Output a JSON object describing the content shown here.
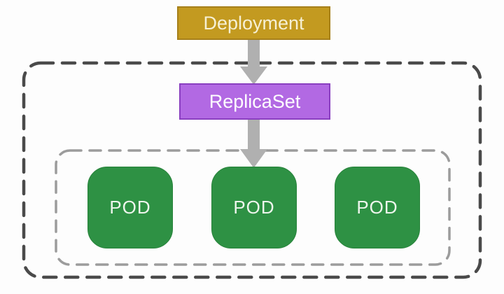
{
  "diagram": {
    "deployment": {
      "label": "Deployment"
    },
    "replicaset": {
      "label": "ReplicaSet"
    },
    "pods": [
      {
        "label": "POD"
      },
      {
        "label": "POD"
      },
      {
        "label": "POD"
      }
    ],
    "colors": {
      "deployment_fill": "#C39A20",
      "deployment_border": "#A6801A",
      "deployment_text": "#F6F0D4",
      "replicaset_fill": "#B269E3",
      "replicaset_border": "#8A3FC0",
      "replicaset_text": "#FFFFFF",
      "pod_fill": "#2E9144",
      "pod_border": "#27823A",
      "pod_text": "#EDF5EC",
      "arrow": "#B0B0B0",
      "outer_boundary": "#4A4A4A",
      "inner_boundary": "#9C9C9C",
      "background": "#FDFDFD"
    }
  }
}
